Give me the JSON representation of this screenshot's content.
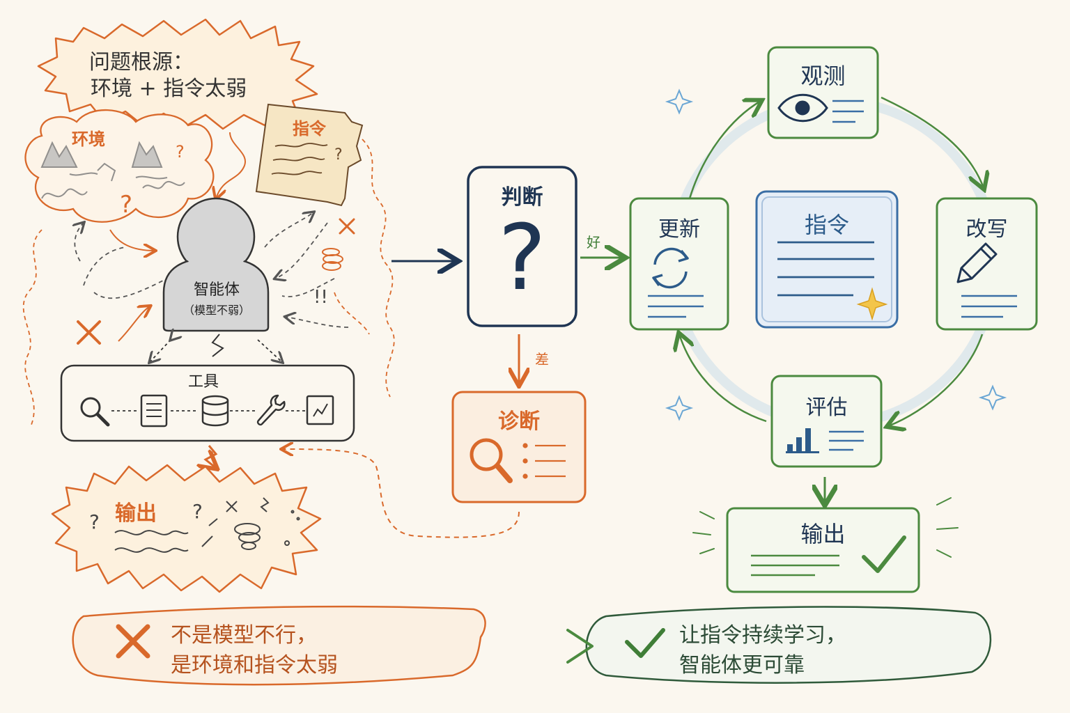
{
  "problem": {
    "line1": "问题根源：",
    "line2": "环境 + 指令太弱"
  },
  "env_cloud": {
    "title": "环境"
  },
  "instruction_paper": {
    "title": "指令"
  },
  "agent": {
    "name": "智能体",
    "note": "（模型不弱）"
  },
  "tools": {
    "title": "工具"
  },
  "bad_output": {
    "title": "输出"
  },
  "chaos_marks": {
    "bang": "!!"
  },
  "judge": {
    "title": "判断",
    "good_label": "好",
    "bad_label": "差"
  },
  "diagnose": {
    "title": "诊断"
  },
  "loop": {
    "observe": "观测",
    "rewrite": "改写",
    "evaluate": "评估",
    "update": "更新",
    "center": "指令"
  },
  "good_output": {
    "title": "输出"
  },
  "bottom": {
    "left_line1": "不是模型不行，",
    "left_line2": "是环境和指令太弱",
    "right_line1": "让指令持续学习，",
    "right_line2": "智能体更可靠"
  },
  "colors": {
    "orange": "#d9692b",
    "navy": "#1f3553",
    "green": "#4b8a3f",
    "blue": "#3a6ea5",
    "gray": "#4a4a4a"
  }
}
